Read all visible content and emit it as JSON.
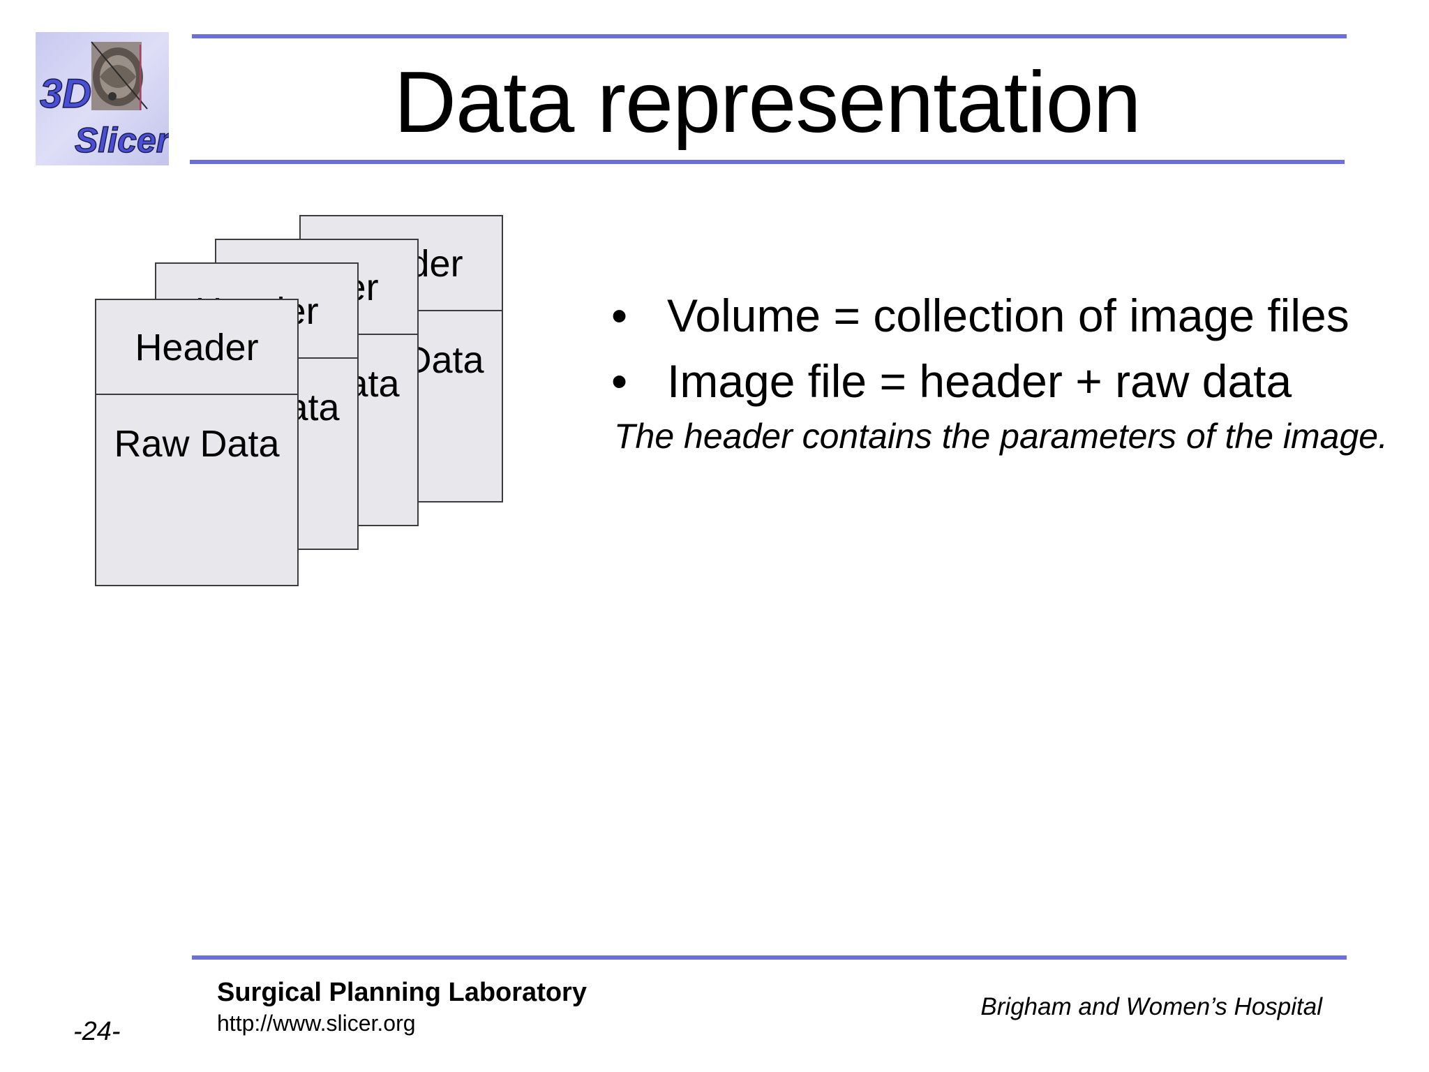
{
  "slide": {
    "title": "Data representation",
    "page_number": "-24-"
  },
  "logo": {
    "line1": "3D",
    "line2": "Slicer"
  },
  "diagram": {
    "cards": [
      {
        "header": "Header",
        "raw": "Raw Data"
      },
      {
        "header": "Header",
        "raw": "Raw Data"
      },
      {
        "header": "Header",
        "raw": "Raw Data"
      },
      {
        "header": "Header",
        "raw": "Raw Data"
      }
    ]
  },
  "content": {
    "bullets": [
      {
        "symbol": "•",
        "text": "Volume  = collection of image files"
      },
      {
        "symbol": "•",
        "text": "Image file = header + raw data"
      }
    ],
    "note": "The header contains the parameters of the image."
  },
  "footer": {
    "lab_name": "Surgical Planning Laboratory",
    "lab_url": "http://www.slicer.org",
    "hospital": "Brigham and Women’s Hospital"
  },
  "colors": {
    "rule": "#6b6fe0",
    "card_fill": "#e8e8ec",
    "logo_text": "#4a4fd8"
  }
}
